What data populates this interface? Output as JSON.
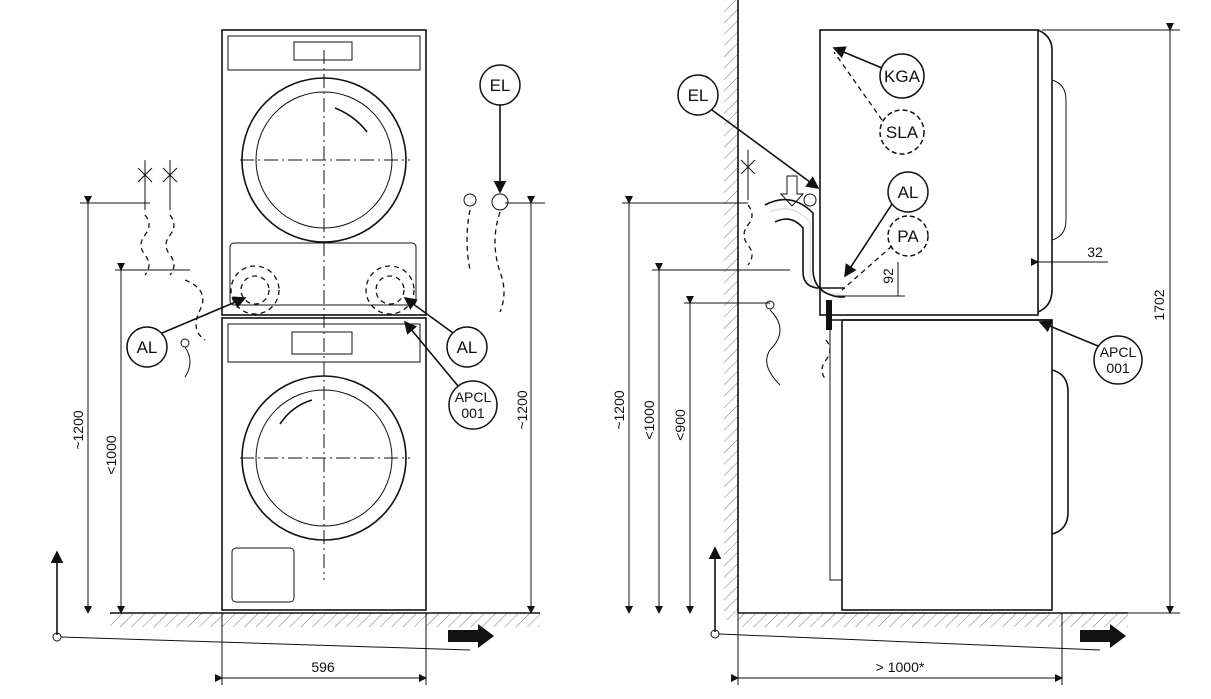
{
  "labels": {
    "el": "EL",
    "al": "AL",
    "apcl_line1": "APCL",
    "apcl_line2": "001",
    "kga": "KGA",
    "sla": "SLA",
    "pa": "PA"
  },
  "dimensions": {
    "width_front": "596",
    "depth_side": "> 1000*",
    "height_total": "1702",
    "gap_side": "32",
    "pipe_offset": "92",
    "h_1200": "~1200",
    "h_1000": "<1000",
    "h_900": "<900"
  }
}
